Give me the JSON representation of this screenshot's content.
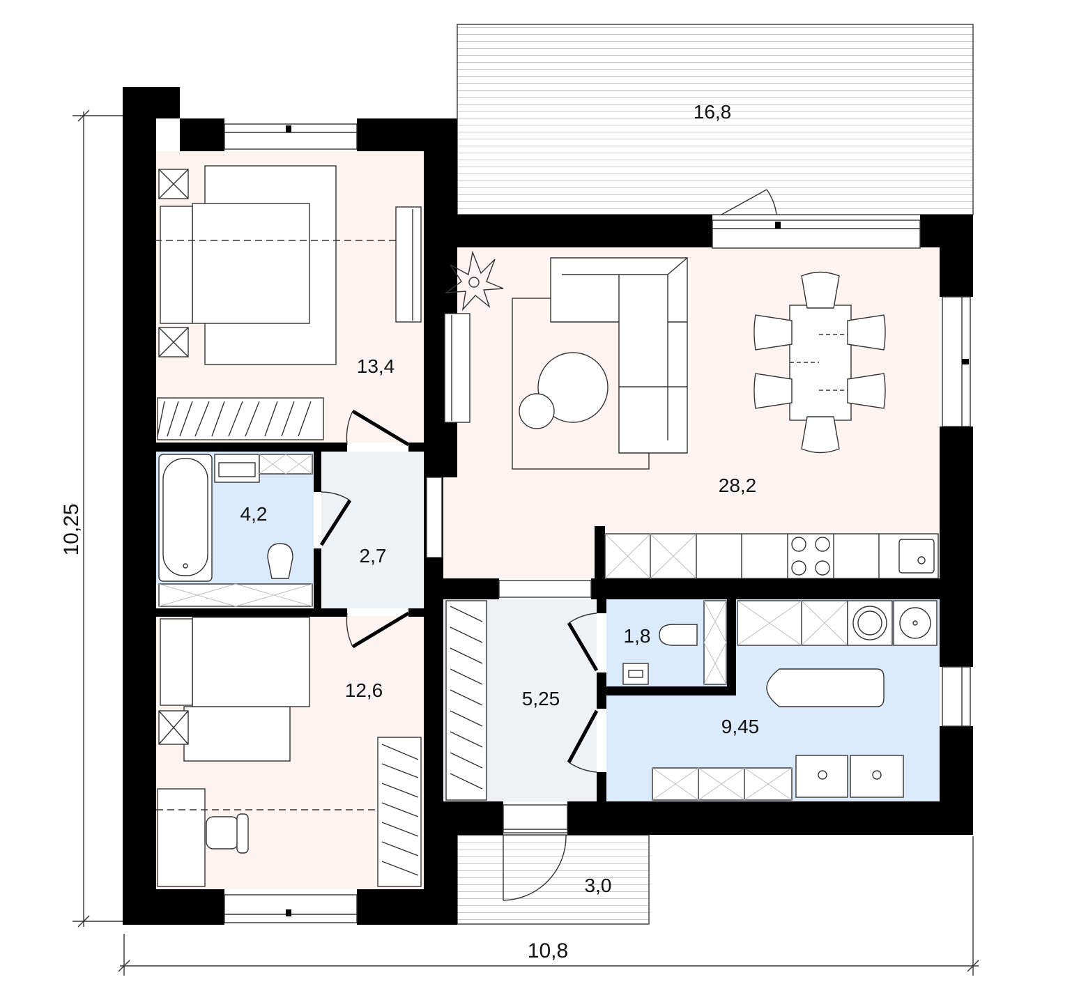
{
  "colors": {
    "wall": "#000000",
    "room_pink": "#fdf3f1",
    "room_blue": "#dcebfb",
    "room_gray": "#eef2f5",
    "terrace": "#ffffff"
  },
  "areas": {
    "terrace_top": "16,8",
    "bedroom_1": "13,4",
    "living_dining": "28,2",
    "bathroom": "4,2",
    "hallway_small": "2,7",
    "bedroom_2": "12,6",
    "entrance_hall": "5,25",
    "wc": "1,8",
    "kitchen_utility": "9,45",
    "porch": "3,0"
  },
  "dimensions": {
    "height": "10,25",
    "width": "10,8"
  },
  "icons": [
    "bed-icon",
    "sofa-icon",
    "dining-table-icon",
    "plant-icon",
    "bathtub-icon",
    "toilet-icon",
    "sink-icon",
    "stove-icon",
    "washing-machine-icon",
    "desk-chair-icon",
    "wardrobe-icon",
    "door-swing-icon",
    "window-icon"
  ]
}
